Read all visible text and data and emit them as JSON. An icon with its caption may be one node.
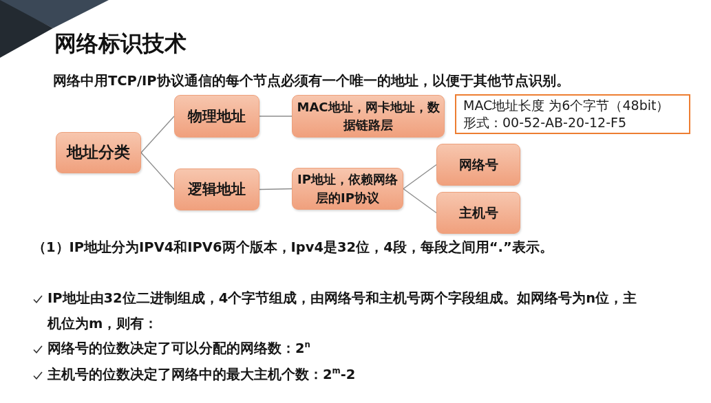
{
  "diagram": {
    "title": "网络标识技术",
    "nodes": [
      {
        "text": [
          "地址分类"
        ]
      },
      {
        "text": [
          "物理地址"
        ]
      },
      {
        "text": [
          "逻辑地址"
        ]
      },
      {
        "text": [
          "MAC地址，网卡地址，数据链路层"
        ]
      },
      {
        "text": [
          "IP地址，依赖网络层的IP协议"
        ]
      },
      {
        "text": [
          "网络号"
        ]
      },
      {
        "text": [
          "主机号"
        ]
      },
      {
        "text": [
          "MAC地址长度 为6个字节（48bit）",
          "形式：00-52-AB-20-12-F5"
        ]
      }
    ],
    "edges": [
      {
        "from": 0,
        "to": 1,
        "arrow": "none"
      },
      {
        "from": 0,
        "to": 2,
        "arrow": "none"
      },
      {
        "from": 1,
        "to": 3,
        "arrow": "none"
      },
      {
        "from": 2,
        "to": 4,
        "arrow": "none"
      },
      {
        "from": 4,
        "to": 5,
        "arrow": "none"
      },
      {
        "from": 4,
        "to": 6,
        "arrow": "none"
      }
    ],
    "labels": [
      "网络中用TCP/IP协议通信的每个节点必须有一个唯一的地址，以便于其他节点识别。",
      "（1）IP地址分为IPV4和IPV6两个版本，Ipv4是32位，4段，每段之间用“.”表示。",
      "IP地址由32位二进制组成，4个字节组成，由网络号和主机号两个字段组成。如网络号为n位，主机位为m，则有：",
      "网络号的位数决定了可以分配的网络数：2$^{n}$",
      "主机号的位数决定了网络中的最大主机个数：2$^{m}$-2"
    ]
  }
}
